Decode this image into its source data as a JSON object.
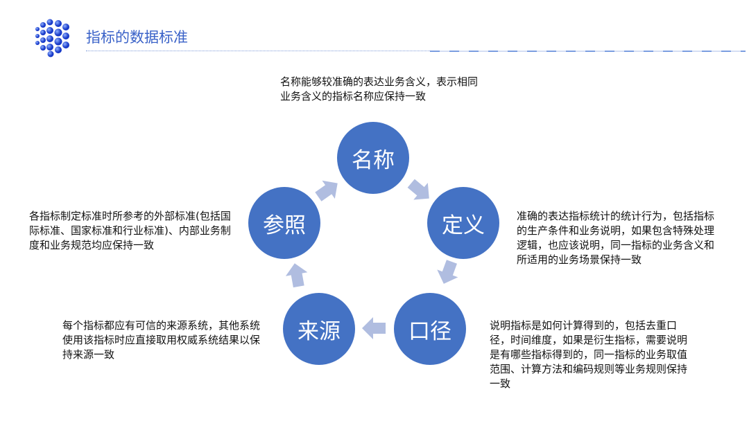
{
  "header": {
    "title": "指标的数据标准",
    "logo_icon": "sphere-cube-icon"
  },
  "colors": {
    "circle": "#4472C4",
    "arrow": "#B0BDE0",
    "title": "#3A62C8"
  },
  "nodes": [
    {
      "label": "名称",
      "description": "名称能够较准确的表达业务含义，表示相同业务含义的指标名称应保持一致"
    },
    {
      "label": "定义",
      "description": "准确的表达指标统计的统计行为，包括指标的生产条件和业务说明，如果包含特殊处理逻辑，也应该说明，同一指标的业务含义和所适用的业务场景保持一致"
    },
    {
      "label": "口径",
      "description": "说明指标是如何计算得到的，包括去重口径，时间维度，如果是衍生指标，需要说明是有哪些指标得到的，同一指标的业务取值范围、计算方法和编码规则等业务规则保持一致"
    },
    {
      "label": "来源",
      "description": "每个指标都应有可信的来源系统，其他系统使用该指标时应直接取用权威系统结果以保持来源一致"
    },
    {
      "label": "参照",
      "description": "各指标制定标准时所参考的外部标准(包括国际标准、国家标准和行业标准)、内部业务制度和业务规范均应保持一致"
    }
  ]
}
